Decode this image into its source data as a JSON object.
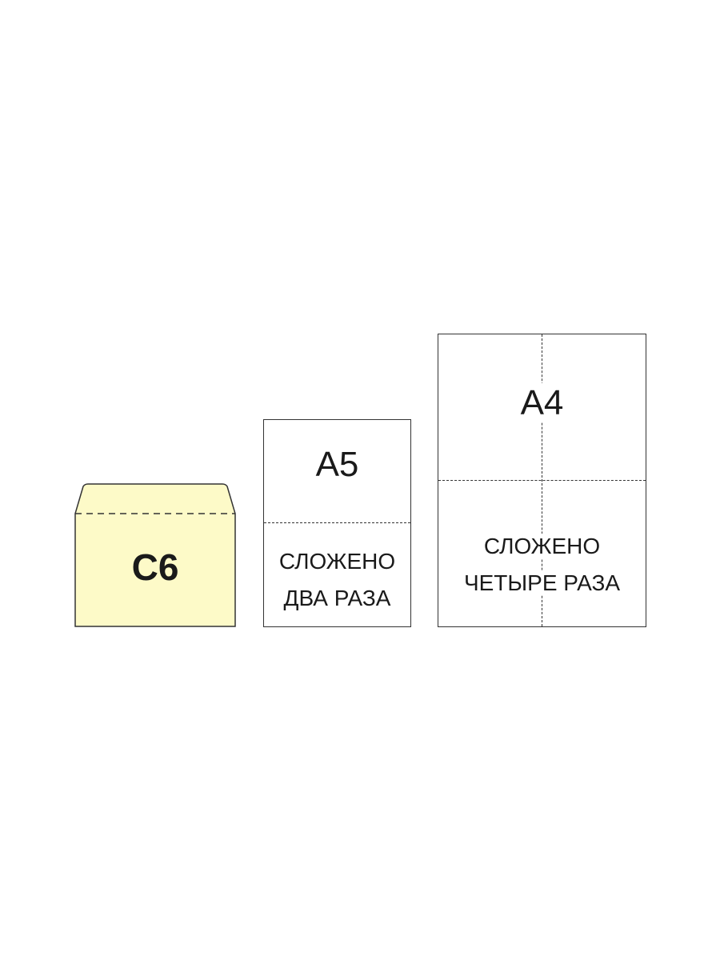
{
  "envelope": {
    "label": "C6",
    "fill_color": "#fdfac8",
    "stroke_color": "#333333"
  },
  "sheet_a5": {
    "label": "A5",
    "note_line1": "СЛОЖЕНО",
    "note_line2": "ДВА РАЗА"
  },
  "sheet_a4": {
    "label": "A4",
    "note_line1": "СЛОЖЕНО",
    "note_line2": "ЧЕТЫРЕ РАЗА"
  }
}
